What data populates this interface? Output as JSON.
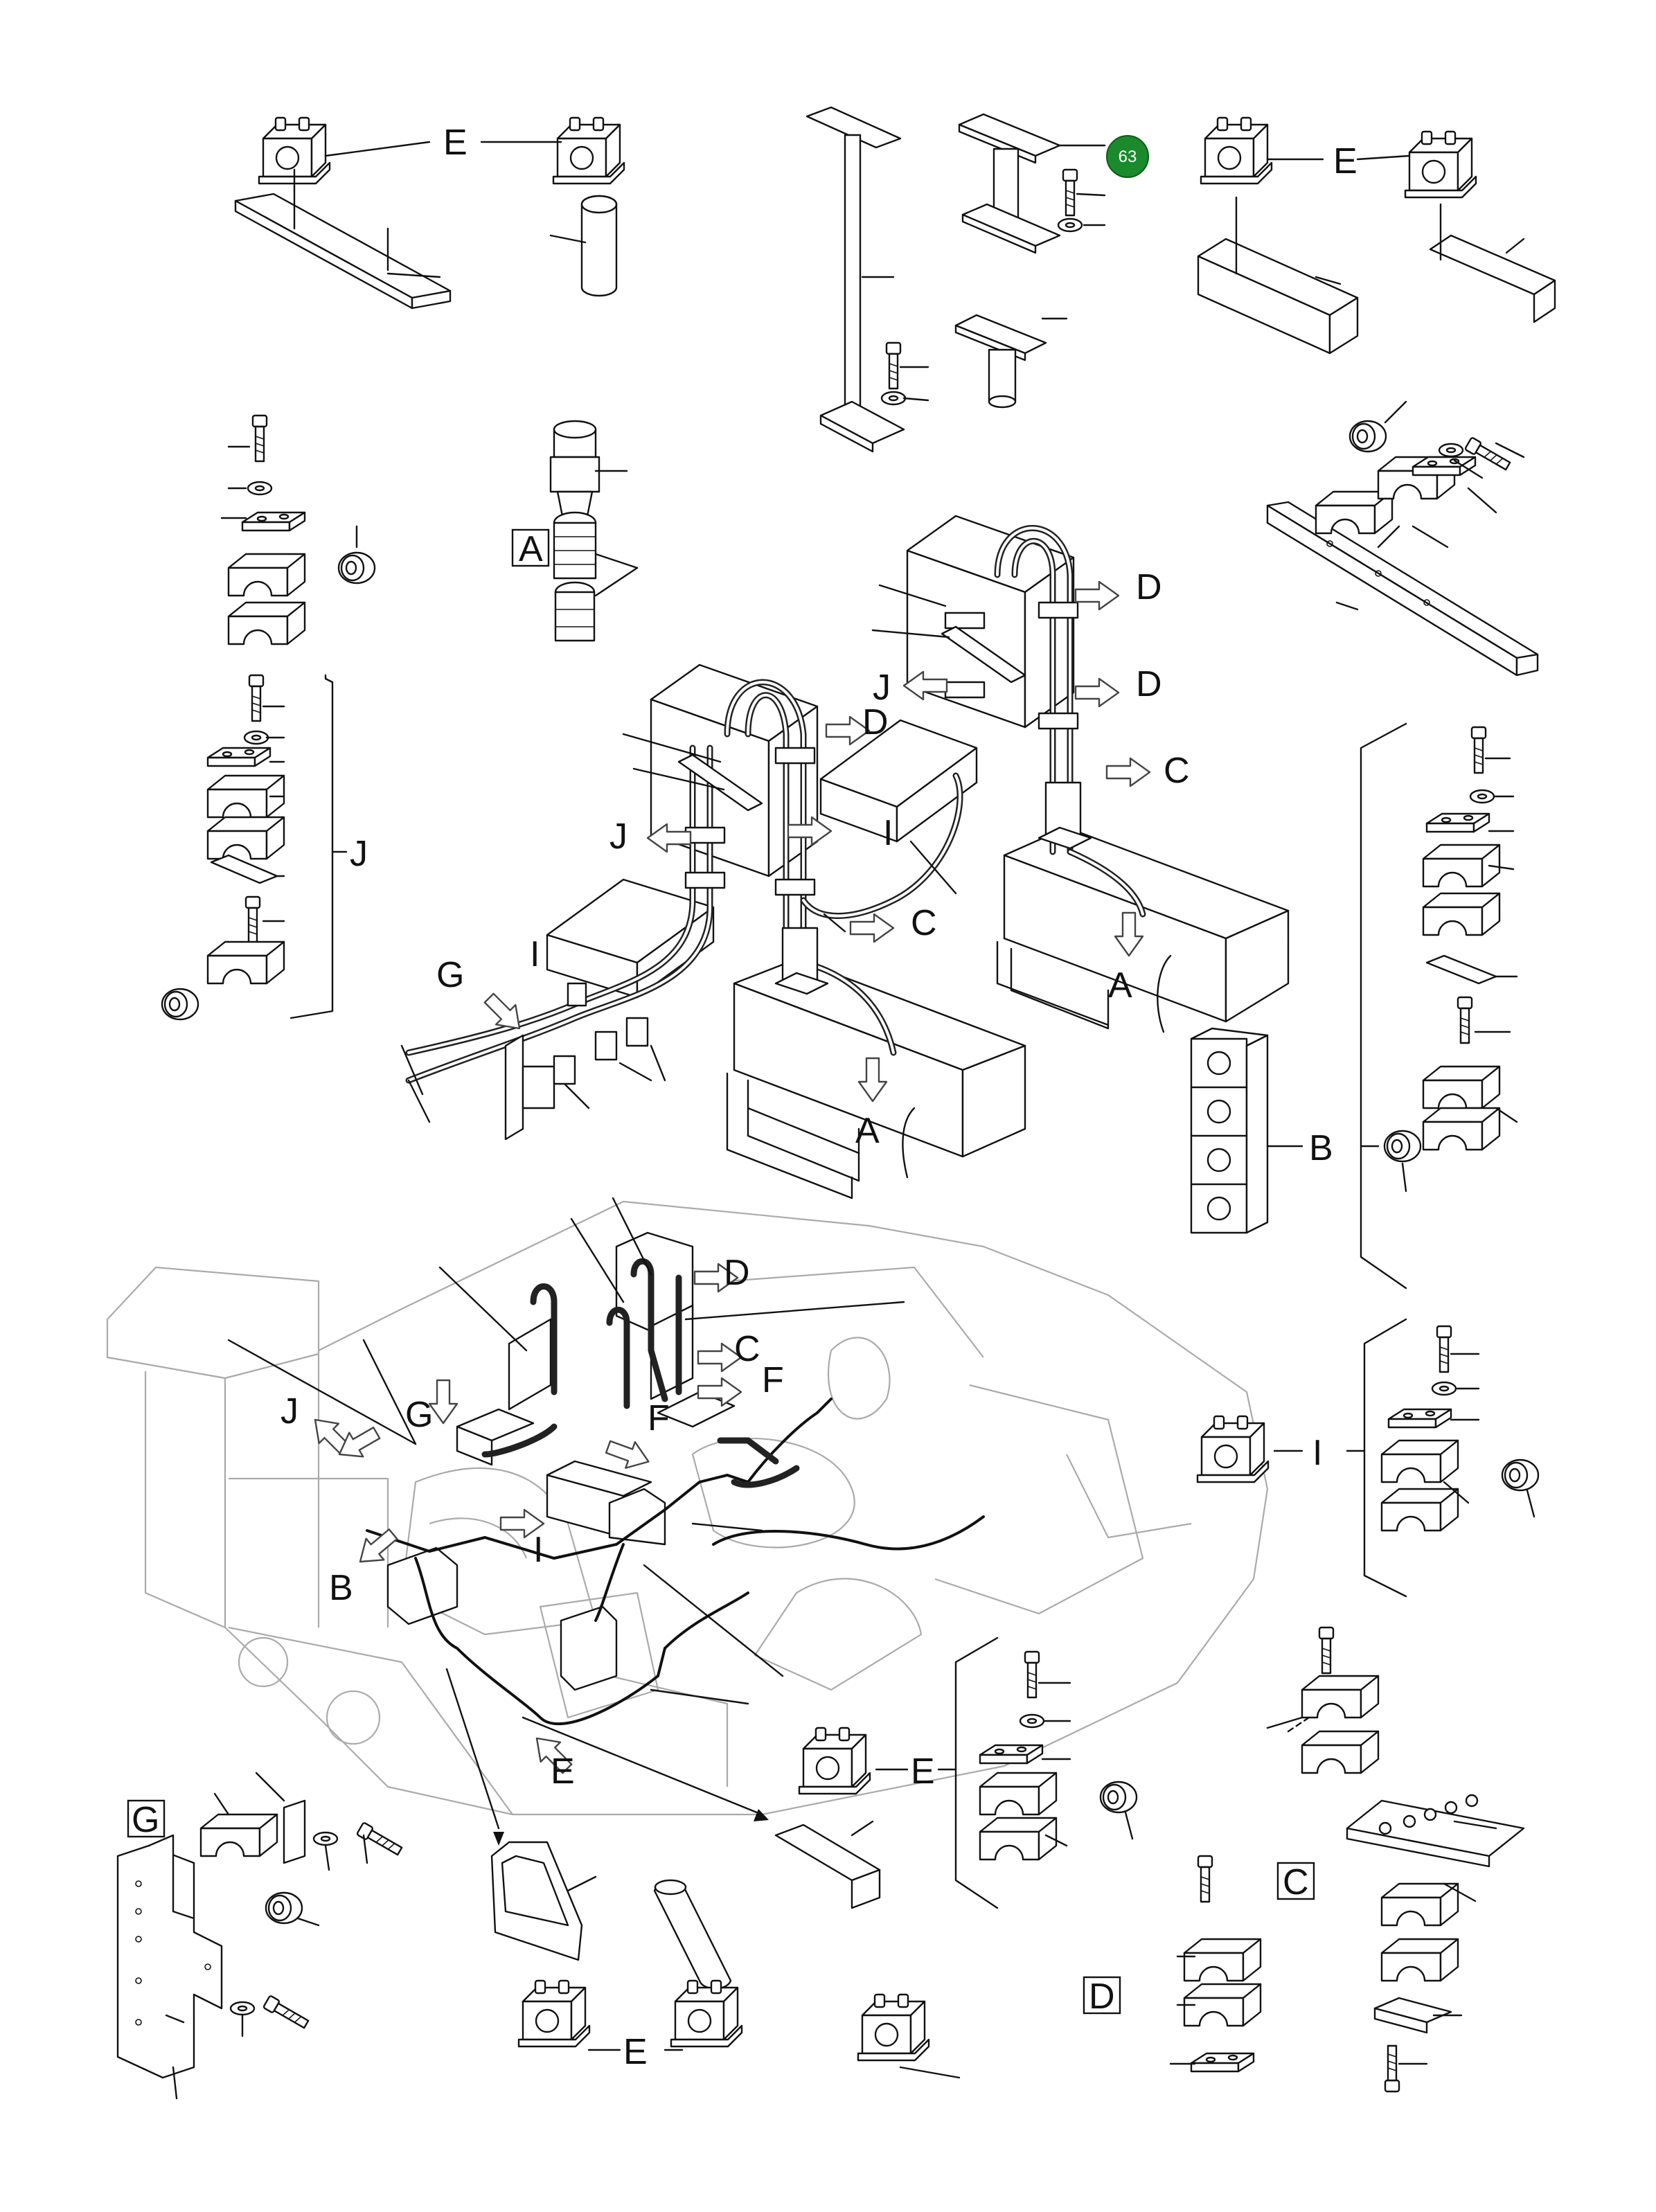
{
  "labels": {
    "A": "A",
    "B": "B",
    "C": "C",
    "D": "D",
    "E": "E",
    "F": "F",
    "G": "G",
    "I": "I",
    "J": "J"
  },
  "badge": {
    "number": "63",
    "color": "#1a8a2c"
  },
  "colors": {
    "line": "#111111",
    "ghost": "#aaaaaa",
    "arrow_fill": "#ffffff"
  }
}
